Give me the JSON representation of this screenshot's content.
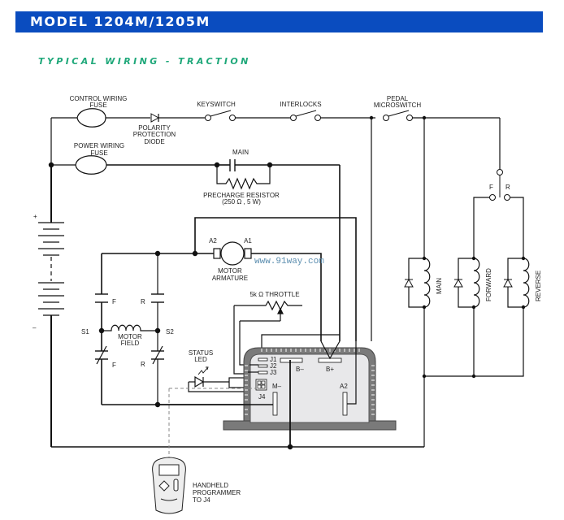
{
  "header": {
    "title": "MODEL 1204M/1205M",
    "color": "#0a4cbf"
  },
  "subtitle": {
    "text": "TYPICAL WIRING - TRACTION",
    "color": "#1fa87a"
  },
  "watermark": "www.91way.com",
  "labels": {
    "control_fuse_1": "CONTROL WIRING",
    "control_fuse_2": "FUSE",
    "power_fuse_1": "POWER WIRING",
    "power_fuse_2": "FUSE",
    "diode_1": "POLARITY",
    "diode_2": "PROTECTION",
    "diode_3": "DIODE",
    "keyswitch": "KEYSWITCH",
    "interlocks": "INTERLOCKS",
    "pedal_1": "PEDAL",
    "pedal_2": "MICROSWITCH",
    "main_contactor": "MAIN",
    "precharge_1": "PRECHARGE RESISTOR",
    "precharge_2": "(250 Ω , 5 W)",
    "battery_plus": "+",
    "battery_minus": "–",
    "a2": "A2",
    "a1": "A1",
    "armature_1": "MOTOR",
    "armature_2": "ARMATURE",
    "f_top": "F",
    "r_top": "R",
    "f_bottom": "F",
    "r_bottom": "R",
    "s1": "S1",
    "s2": "S2",
    "field_1": "MOTOR",
    "field_2": "FIELD",
    "throttle": "5k Ω  THROTTLE",
    "status_1": "STATUS",
    "status_2": "LED",
    "j1": "J1",
    "j2": "J2",
    "j3": "J3",
    "j4": "J4",
    "b_minus": "B–",
    "b_plus": "B+",
    "m_minus": "M–",
    "a2_terminal": "A2",
    "dir_f": "F",
    "dir_r": "R",
    "coil_main": "MAIN",
    "coil_forward": "FORWARD",
    "coil_reverse": "REVERSE",
    "prog_1": "HANDHELD",
    "prog_2": "PROGRAMMER",
    "prog_3": "TO J4"
  }
}
